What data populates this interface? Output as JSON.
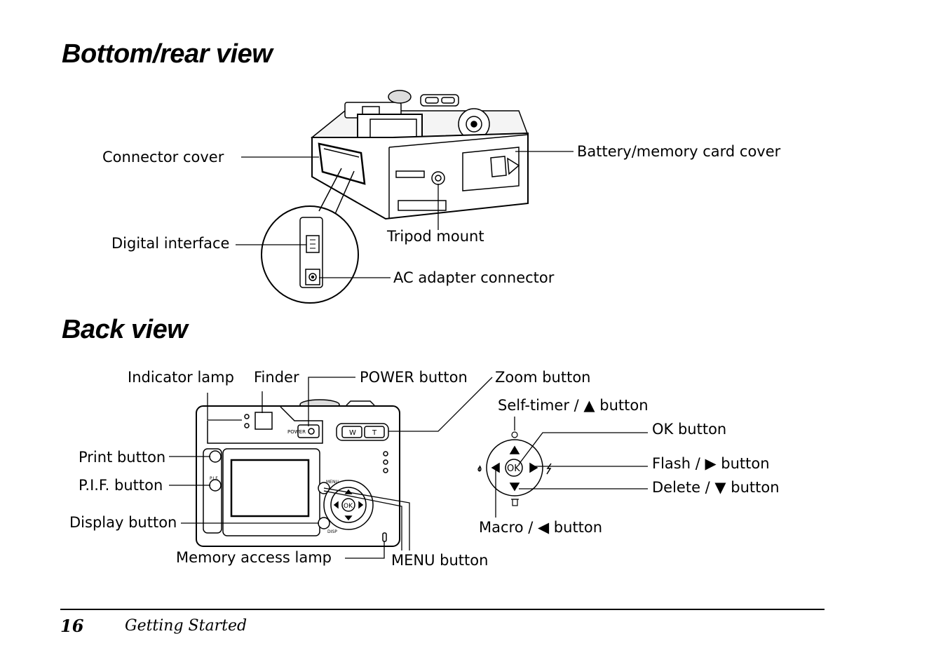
{
  "headings": {
    "bottom_rear": "Bottom/rear view",
    "back": "Back view"
  },
  "bottom_rear_labels": {
    "connector_cover": "Connector cover",
    "battery_cover": "Battery/memory card cover",
    "digital_interface": "Digital interface",
    "tripod_mount": "Tripod mount",
    "ac_adapter": "AC adapter connector"
  },
  "back_labels": {
    "indicator_lamp": "Indicator lamp",
    "finder": "Finder",
    "power_button": "POWER button",
    "zoom_button": "Zoom button",
    "self_timer": "Self-timer / ▲ button",
    "ok_button": "OK button",
    "print_button": "Print button",
    "pif_button": "P.I.F. button",
    "flash_button": "Flash / ▶ button",
    "delete_button": "Delete / ▼ button",
    "display_button": "Display button",
    "macro_button": "Macro / ◀ button",
    "memory_lamp": "Memory access lamp",
    "menu_button": "MENU button"
  },
  "camera_markings": {
    "power": "POWER",
    "w": "W",
    "t": "T",
    "ok": "OK",
    "menu": "MENU",
    "disp": "DISP",
    "pif": "P.I.F."
  },
  "footer": {
    "page_number": "16",
    "section": "Getting Started"
  }
}
